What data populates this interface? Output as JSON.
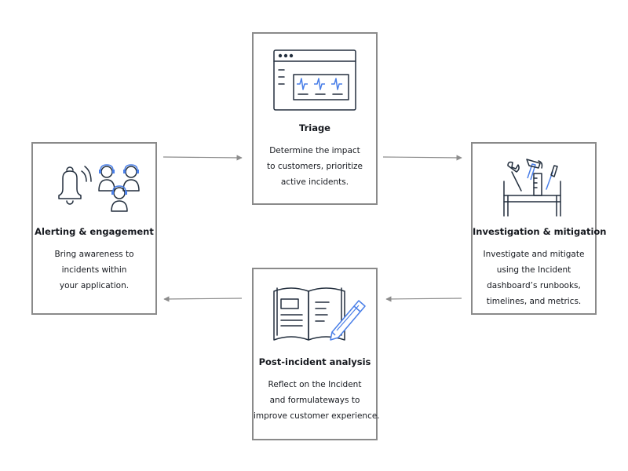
{
  "colors": {
    "border": "#8a8a8a",
    "arrow": "#8c8c8c",
    "ink": "#232f3e",
    "accent": "#4a7fe8"
  },
  "cards": {
    "triage": {
      "icon": "dashboard-monitor-icon",
      "title": "Triage",
      "lines": [
        "Determine the impact",
        "to customers, prioritize",
        "active incidents."
      ]
    },
    "alerting": {
      "icon": "bell-and-responders-icon",
      "title": "Alerting & engagement",
      "lines": [
        "Bring awareness to",
        "incidents within",
        "your application."
      ]
    },
    "investigation": {
      "icon": "toolbox-icon",
      "title": "Investigation & mitigation",
      "lines": [
        "Investigate and mitigate",
        "using the Incident",
        "dashboard’s runbooks,",
        "timelines, and metrics."
      ]
    },
    "analysis": {
      "icon": "notebook-pencil-icon",
      "title": "Post-incident analysis",
      "lines": [
        "Reflect on the Incident",
        "and formulateways to",
        "improve customer experience."
      ]
    }
  }
}
